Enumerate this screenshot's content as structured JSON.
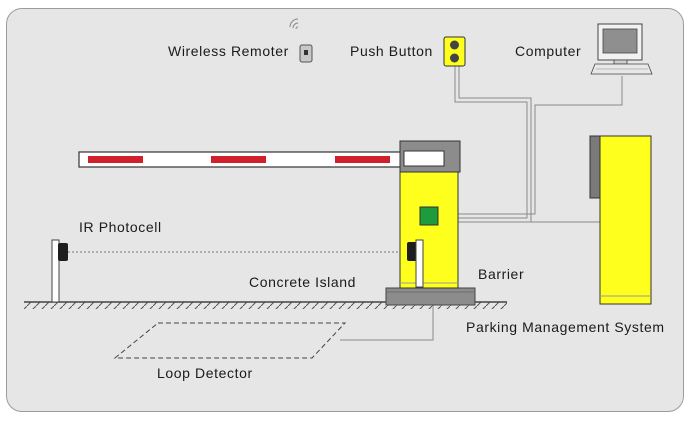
{
  "labels": {
    "wireless_remoter": "Wireless Remoter",
    "push_button": "Push Button",
    "computer": "Computer",
    "ir_photocell": "IR Photocell",
    "concrete_island": "Concrete Island",
    "barrier": "Barrier",
    "loop_detector": "Loop Detector",
    "parking_management_system": "Parking Management System"
  },
  "colors": {
    "background": "#e6e6e6",
    "cabinet_yellow": "#ffff1e",
    "barrier_stripe": "#d1202b",
    "controller_green": "#1e9b3c",
    "concrete": "#8c8c8c",
    "wire": "#8a8a8a"
  }
}
